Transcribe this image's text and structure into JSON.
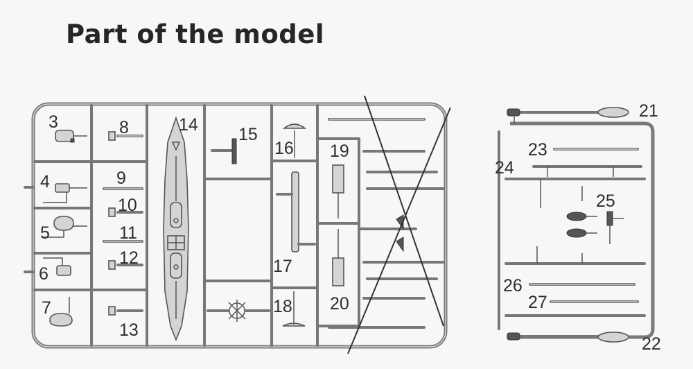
{
  "title": "Part of the model",
  "labels": {
    "p3": "3",
    "p4": "4",
    "p5": "5",
    "p6": "6",
    "p7": "7",
    "p8": "8",
    "p9": "9",
    "p10": "10",
    "p11": "11",
    "p12": "12",
    "p13": "13",
    "p14": "14",
    "p15": "15",
    "p16": "16",
    "p17": "17",
    "p18": "18",
    "p19": "19",
    "p20": "20",
    "p21": "21",
    "p22": "22",
    "p23": "23",
    "p24": "24",
    "p25": "25",
    "p26": "26",
    "p27": "27"
  }
}
